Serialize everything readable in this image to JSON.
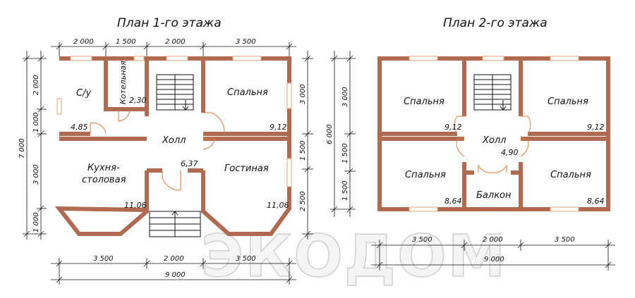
{
  "watermark": "ЭКОДОМ",
  "plan1": {
    "title": "План 1-го этажа",
    "rooms": {
      "wc": "С/у",
      "boiler": "Котельная",
      "bedroom": "Спальня",
      "hall": "Холл",
      "kitchen_line1": "Кухня-",
      "kitchen_line2": "столовая",
      "living": "Гостиная"
    },
    "areas": {
      "wc": "4,85",
      "boiler": "2,30",
      "bedroom": "9,12",
      "hall": "6,37",
      "kitchen": "11,06",
      "living": "11,06"
    },
    "dims_top": [
      "2 000",
      "1 500",
      "2 000",
      "3 500"
    ],
    "dims_bottom": [
      "3 500",
      "2 000",
      "3 500"
    ],
    "dim_total": "9 000",
    "dims_left": [
      "2 000",
      "1 000",
      "3 000",
      "1 000"
    ],
    "dim_left_total": "7 000",
    "dims_right": [
      "3 000",
      "1 500",
      "2 500"
    ]
  },
  "plan2": {
    "title": "План 2-го этажа",
    "rooms": {
      "bedroom_tl": "Спальня",
      "bedroom_tr": "Спальня",
      "hall": "Холл",
      "bedroom_bl": "Спальня",
      "bedroom_br": "Спальня",
      "balcony": "Балкон"
    },
    "areas": {
      "bedroom_tl": "9,12",
      "bedroom_tr": "9,12",
      "hall": "4,90",
      "bedroom_bl": "8,64",
      "bedroom_br": "8,64"
    },
    "dims_bottom": [
      "3 500",
      "2 000",
      "3 500"
    ],
    "dim_total": "9 000",
    "dims_left": [
      "3 000",
      "1 500",
      "1 500"
    ],
    "dim_left_total": "6 000"
  }
}
